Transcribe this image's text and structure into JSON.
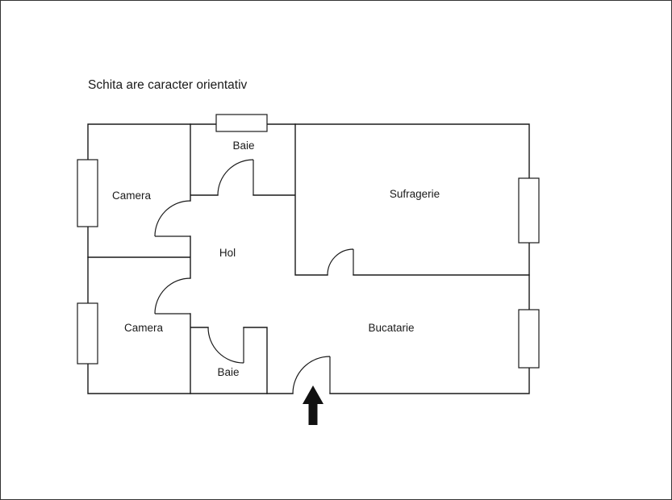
{
  "page": {
    "title": "Schita are caracter orientativ"
  },
  "floorplan": {
    "rooms": [
      {
        "id": "baie-top",
        "label": "Baie"
      },
      {
        "id": "camera-top",
        "label": "Camera"
      },
      {
        "id": "sufragerie",
        "label": "Sufragerie"
      },
      {
        "id": "hol",
        "label": "Hol"
      },
      {
        "id": "camera-bottom",
        "label": "Camera"
      },
      {
        "id": "bucatarie",
        "label": "Bucatarie"
      },
      {
        "id": "baie-bottom",
        "label": "Baie"
      }
    ],
    "colors": {
      "wall": "#1a1a1a",
      "text": "#1a1a1a",
      "arrow": "#111111",
      "background": "#ffffff"
    }
  }
}
